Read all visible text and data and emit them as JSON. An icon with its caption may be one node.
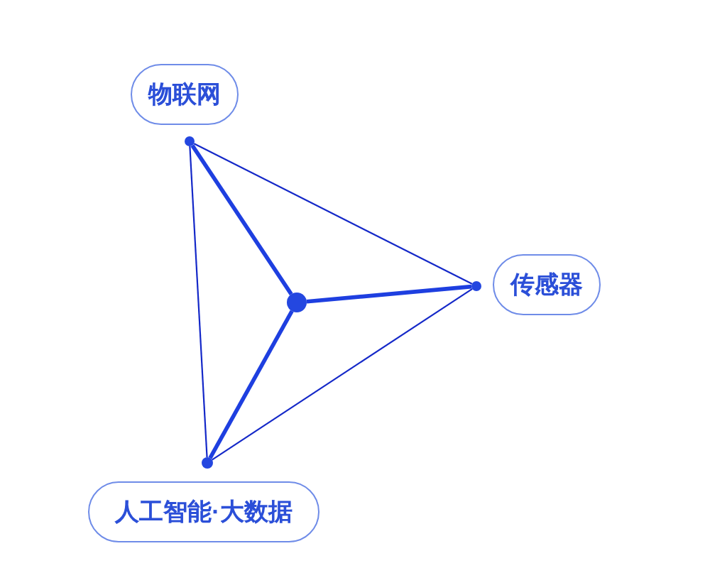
{
  "diagram": {
    "nodes": [
      {
        "text": [
          "物联网"
        ]
      },
      {
        "text": [],
        "shape": "circle"
      },
      {
        "text": [
          "传感器"
        ]
      },
      {
        "text": [],
        "shape": "circle"
      },
      {
        "text": [],
        "shape": "circle"
      },
      {
        "text": [],
        "shape": "circle"
      },
      {
        "text": [
          "人工智能·大数据"
        ]
      }
    ],
    "edges": [
      {
        "from": 1,
        "to": 3,
        "arrow": "none"
      },
      {
        "from": 3,
        "to": 5,
        "arrow": "none"
      },
      {
        "from": 5,
        "to": 1,
        "arrow": "none"
      },
      {
        "from": 4,
        "to": 1,
        "arrow": "none",
        "style": "thick"
      },
      {
        "from": 4,
        "to": 3,
        "arrow": "none",
        "style": "thick"
      },
      {
        "from": 4,
        "to": 5,
        "arrow": "none",
        "style": "thick"
      }
    ]
  }
}
